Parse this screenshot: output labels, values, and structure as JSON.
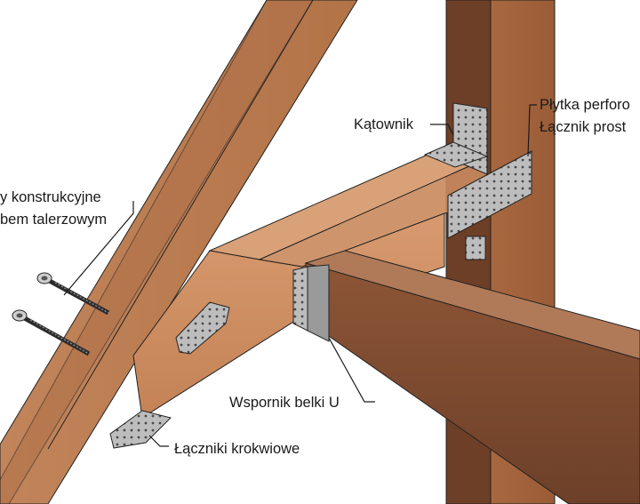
{
  "labels": {
    "katownik": "Kątownik",
    "plytka_line1": "Płytka perforo",
    "plytka_line2": "Łącznik prost",
    "wkrety_line1": "y konstrukcyjne",
    "wkrety_line2": "bem talerzowym",
    "wspornik": "Wspornik belki U",
    "laczniki": "Łączniki krokwiowe"
  },
  "colors": {
    "wood_light": "#c98a5e",
    "wood_mid": "#b5764c",
    "wood_dark": "#7d4a30",
    "wood_shadow": "#5f3a26",
    "metal": "#b9b9b9",
    "metal_dark": "#7d7d7d",
    "outline": "#222222"
  }
}
